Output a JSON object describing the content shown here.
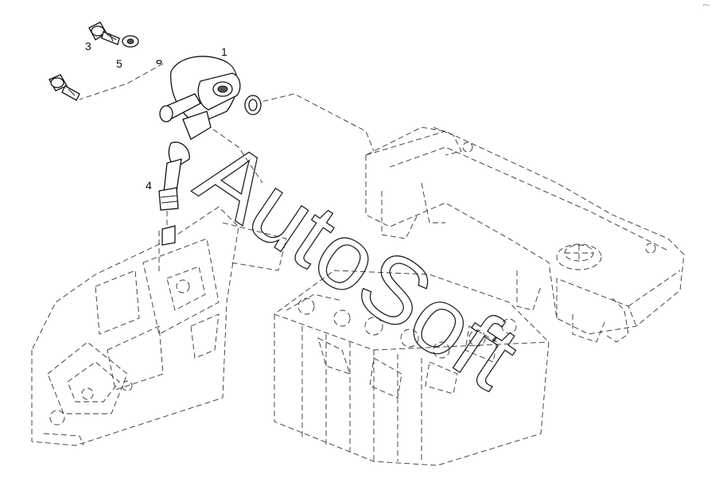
{
  "callouts": {
    "c1": "1",
    "c3": "3",
    "c4": "4",
    "c5": "5"
  },
  "watermark": "AutoSoft",
  "corner_mark": "⌐–"
}
